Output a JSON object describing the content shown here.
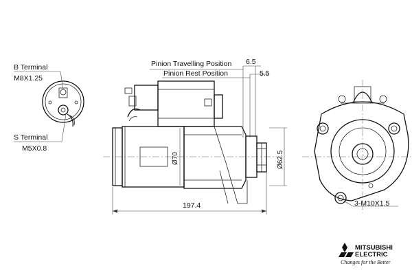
{
  "labels": {
    "b_terminal_title": "B Terminal",
    "b_terminal_size": "M8X1.25",
    "s_terminal_title": "S Terminal",
    "s_terminal_size": "M5X0.8",
    "pinion_travelling": "Pinion Travelling Position",
    "pinion_rest": "Pinion Rest Position",
    "dim_travel": "6.5",
    "dim_rest": "5.5",
    "dim_body_diameter": "Ø70",
    "dim_nose_diameter": "Ø62.5",
    "dim_length": "197.4",
    "bolt_callout": "3-M10X1.5"
  },
  "brand": {
    "name_line1": "MITSUBISHI",
    "name_line2": "ELECTRIC",
    "slogan": "Changes for the Better"
  }
}
